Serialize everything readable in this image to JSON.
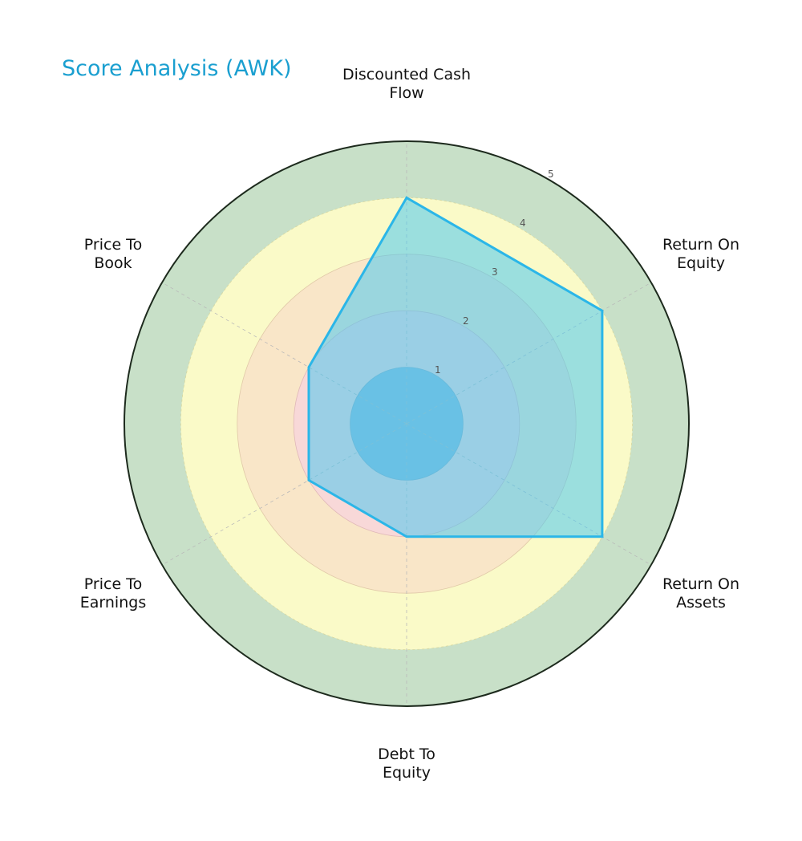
{
  "chart_data": {
    "type": "radar",
    "title": "Score Analysis (AWK)",
    "categories": [
      "Discounted Cash Flow",
      "Return On Equity",
      "Return On Assets",
      "Debt To Equity",
      "Price To Earnings",
      "Price To Book"
    ],
    "series": [
      {
        "name": "AWK",
        "values": [
          4,
          4,
          4,
          2,
          2,
          2
        ],
        "color": "#2bb6e8"
      }
    ],
    "rlim": [
      0,
      5
    ],
    "radial_ticks": [
      1,
      2,
      3,
      4,
      5
    ],
    "bands": [
      {
        "from": 0,
        "to": 1,
        "color": "#8cb8d8"
      },
      {
        "from": 1,
        "to": 2,
        "color": "#f8d8d8"
      },
      {
        "from": 2,
        "to": 3,
        "color": "#f9e6c8"
      },
      {
        "from": 3,
        "to": 4,
        "color": "#fafac8"
      },
      {
        "from": 4,
        "to": 5,
        "color": "#c8e0c8"
      }
    ]
  },
  "labels": {
    "title": "Score Analysis (AWK)",
    "dcf": "Discounted Cash\nFlow",
    "roe": "Return On\nEquity",
    "roa": "Return On\nAssets",
    "de": "Debt To\nEquity",
    "pe": "Price To\nEarnings",
    "pb": "Price To\nBook",
    "ticks": [
      "1",
      "2",
      "3",
      "4",
      "5"
    ]
  }
}
